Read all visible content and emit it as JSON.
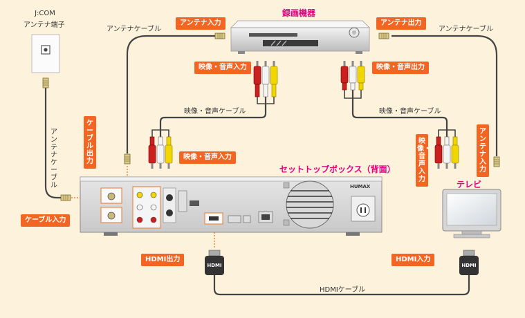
{
  "labels": {
    "jcom_line1": "J:COM",
    "jcom_line2": "アンテナ端子",
    "antenna_cable_left": "アンテナケーブル",
    "antenna_cable_vertical": "アンテナケーブル",
    "antenna_cable_right": "アンテナケーブル",
    "antenna_input_top": "アンテナ入力",
    "antenna_output_top": "アンテナ出力",
    "recorder_title": "録画機器",
    "av_input": "映像・音声入力",
    "av_output": "映像・音声出力",
    "av_cable_left": "映像・音声ケーブル",
    "av_cable_right": "映像・音声ケーブル",
    "cable_output": "ケーブル出力",
    "av_input_stb": "映像・音声入力",
    "stb_title": "セットトップボックス（背面）",
    "tv_title": "テレビ",
    "av_input_tv": "映像・音声入力",
    "antenna_input_tv": "アンテナ入力",
    "cable_input": "ケーブル入力",
    "hdmi_output": "HDMI出力",
    "hdmi_input": "HDMI入力",
    "hdmi_cable": "HDMIケーブル",
    "hdmi_plug": "HDMI",
    "brand": "HUMAX"
  },
  "colors": {
    "background": "#fdf2dc",
    "badge": "#f26522",
    "title_pink": "#e3007f",
    "cable": "#444444",
    "rca_red": "#cc1f1f",
    "rca_white": "#f4f4f4",
    "rca_yellow": "#f2d600"
  },
  "icons": {
    "recorder": "recorder-device-icon",
    "stb": "set-top-box-rear-icon",
    "tv": "television-icon",
    "wall_jack": "antenna-wall-jack-icon"
  }
}
